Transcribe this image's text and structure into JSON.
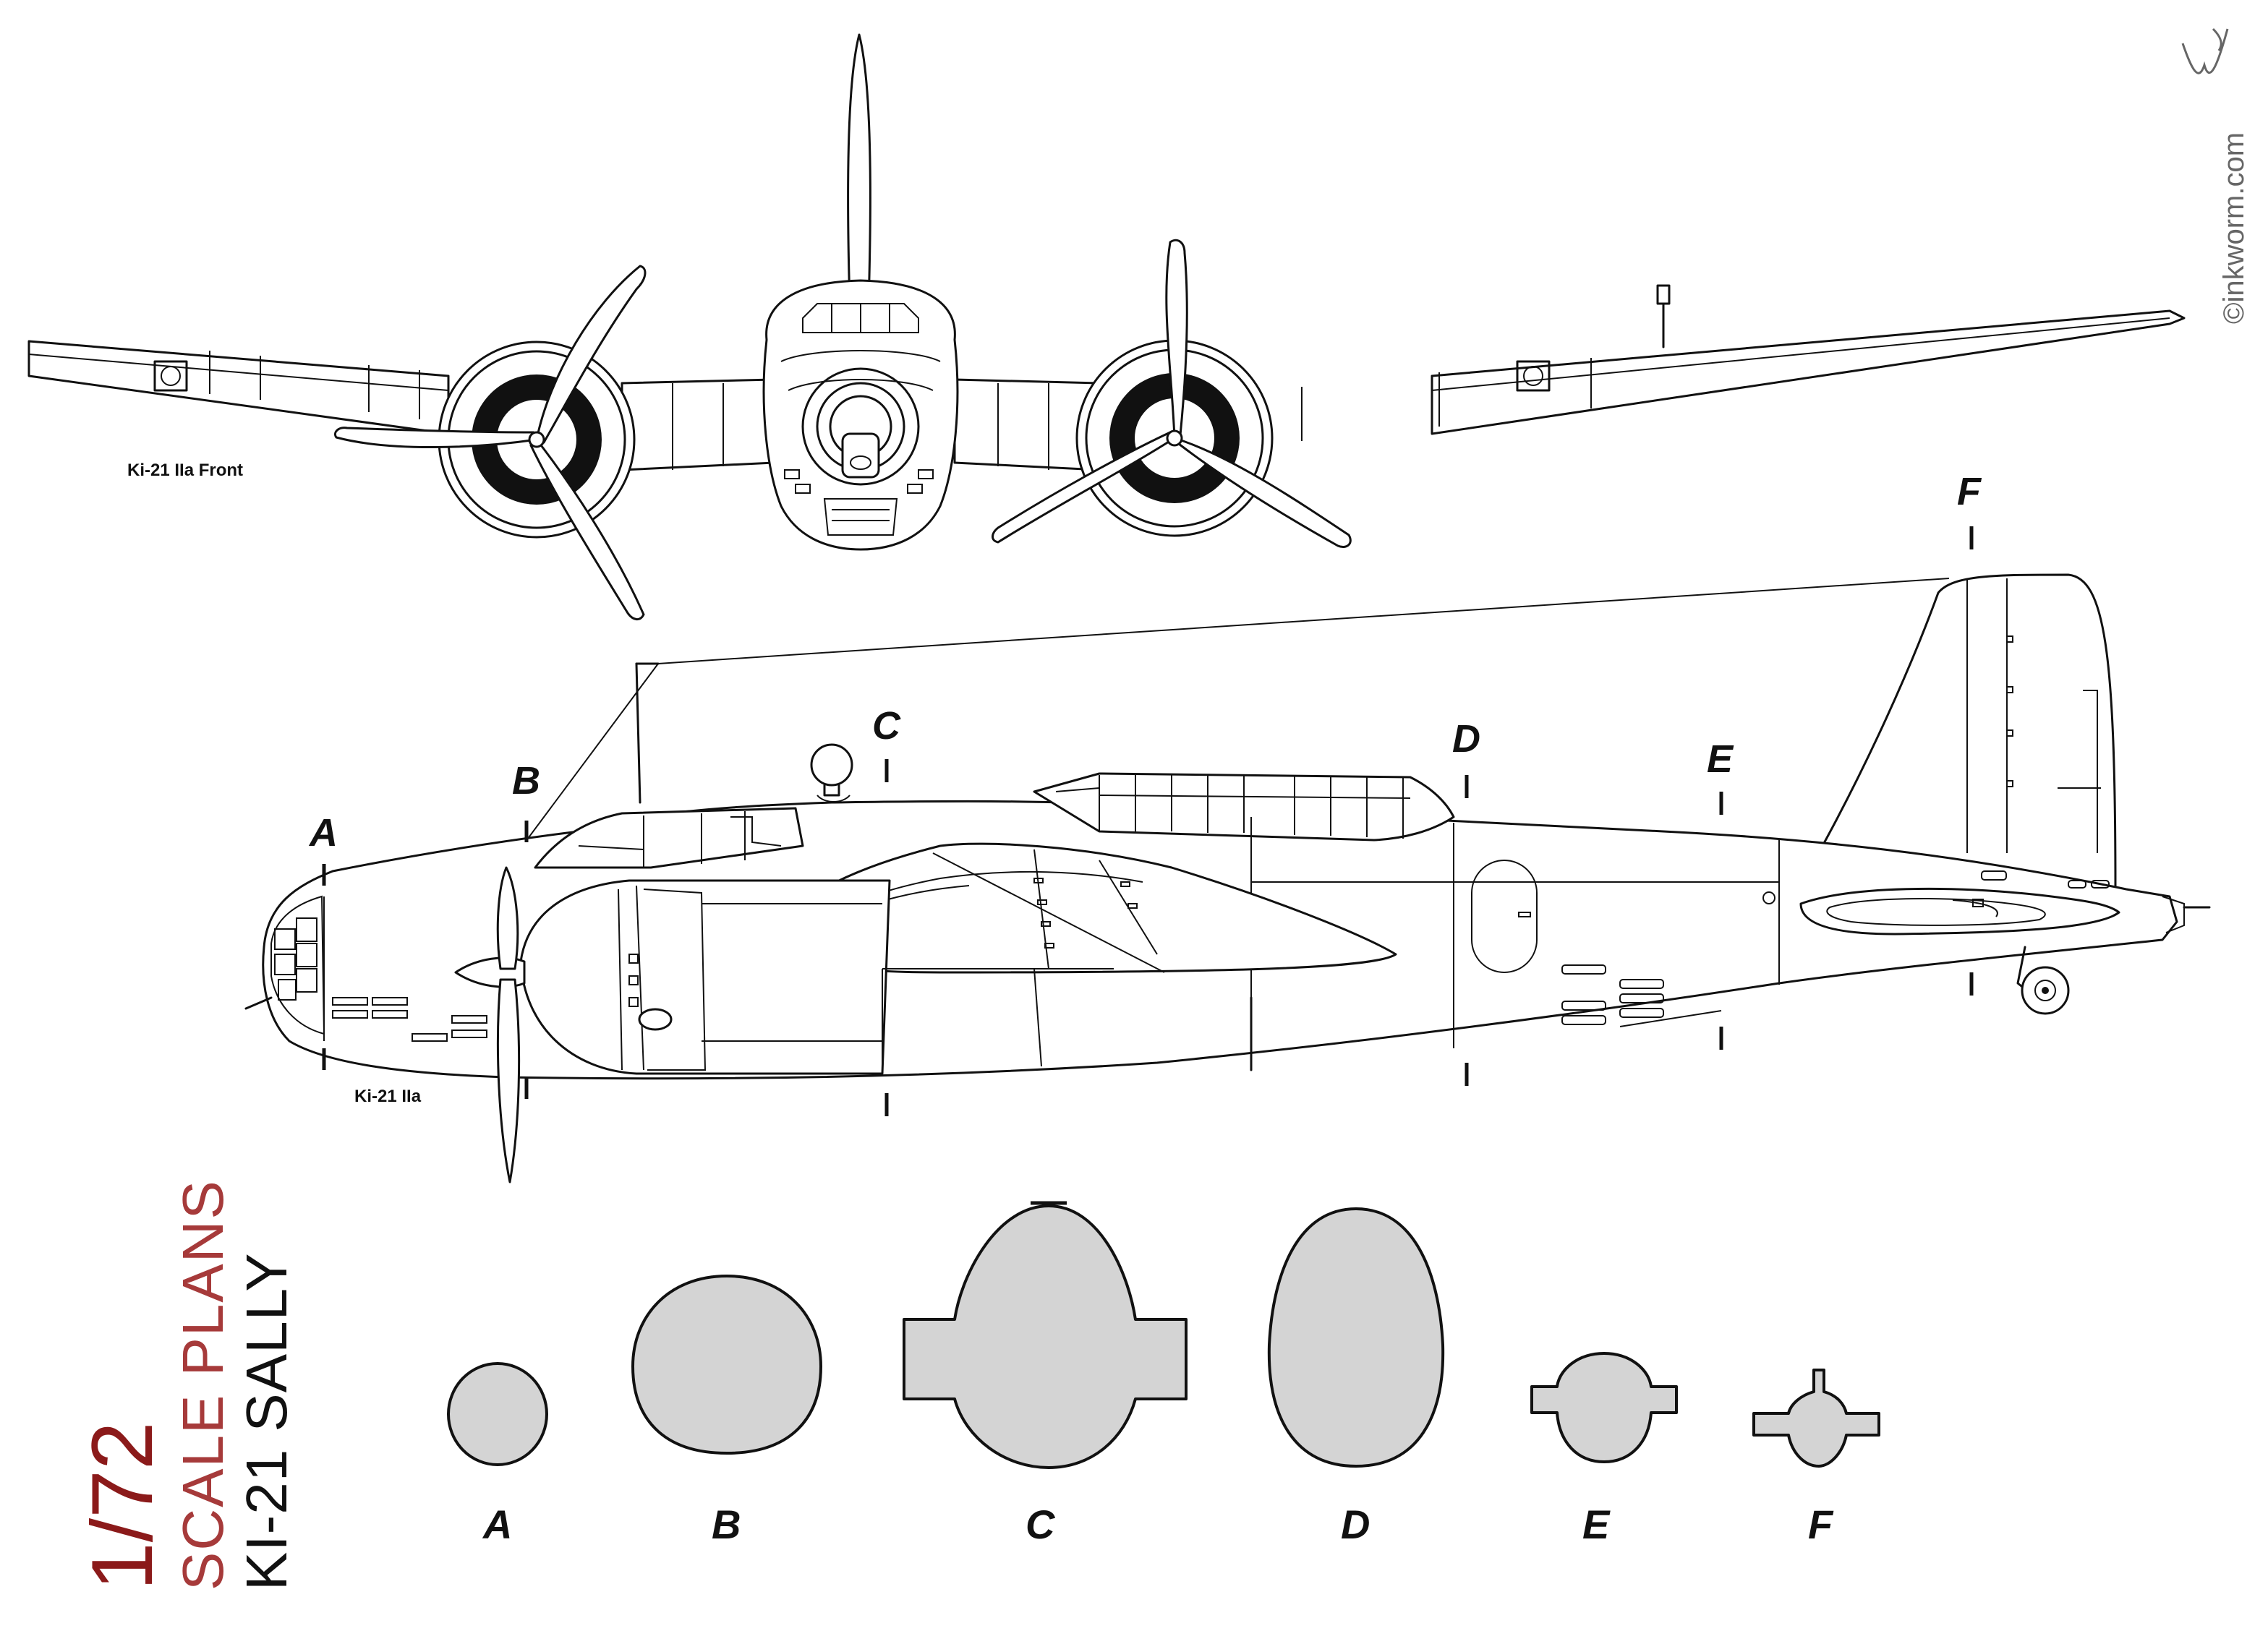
{
  "views": {
    "front_caption": "Ki-21 IIa Front",
    "side_caption": "Ki-21 IIa"
  },
  "stations": [
    "A",
    "B",
    "C",
    "D",
    "E",
    "F"
  ],
  "sections": [
    "A",
    "B",
    "C",
    "D",
    "E",
    "F"
  ],
  "title": {
    "scale": "1/72",
    "plans": "SCALE PLANS",
    "name": "KI-21 SALLY"
  },
  "copyright": "©inkworm.com",
  "colors": {
    "line": "#111111",
    "section_fill": "#d4d4d4",
    "scale_red": "#8b1a1a",
    "plans_red": "#a63a3a"
  },
  "icons": {
    "logo": "inkworm-logo-icon"
  }
}
